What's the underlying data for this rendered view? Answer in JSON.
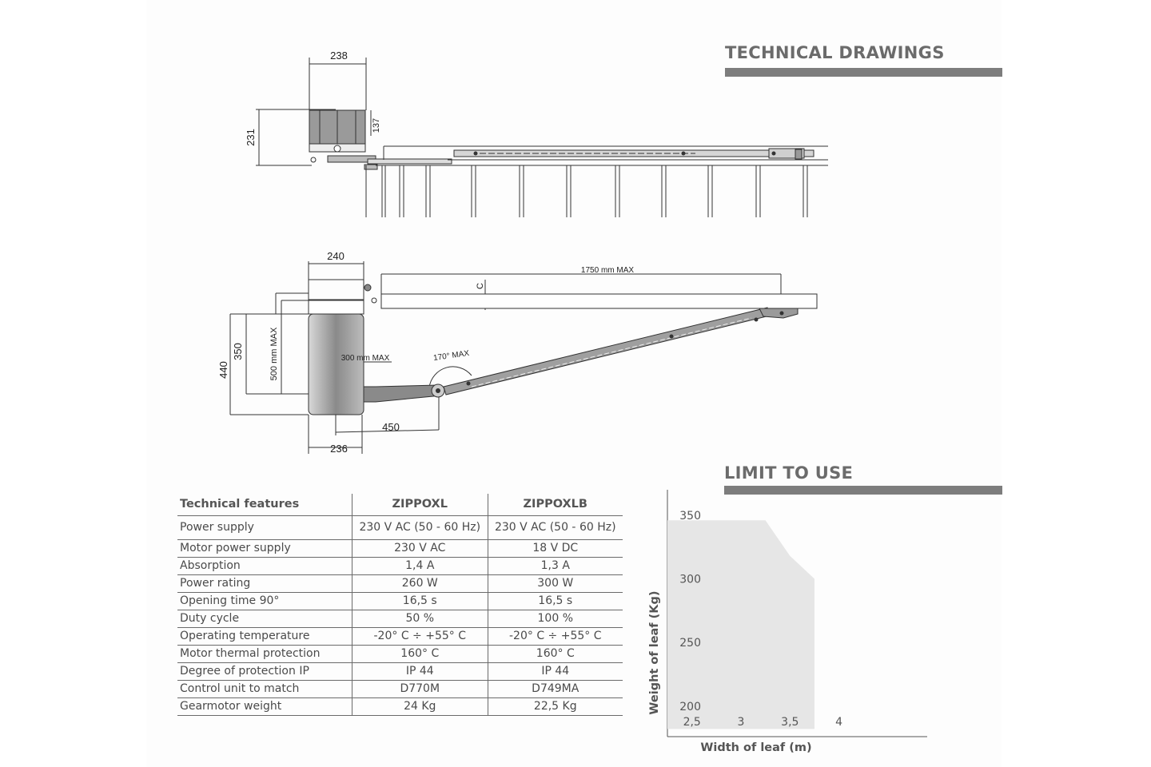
{
  "sections": {
    "drawings_title": "TECHNICAL DRAWINGS",
    "limit_title": "LIMIT TO USE"
  },
  "drawing_top": {
    "dim_width": "238",
    "dim_height": "231",
    "dim_side": "137"
  },
  "drawing_bottom": {
    "dim_width_top": "240",
    "dim_leaf": "1750 mm MAX",
    "dim_c": "C",
    "dim_350": "350",
    "dim_440": "440",
    "dim_500": "500 mm MAX",
    "dim_300": "300 mm MAX",
    "dim_angle": "170° MAX",
    "dim_450": "450",
    "dim_width_bottom": "236"
  },
  "spec_table": {
    "headers": [
      "Technical features",
      "ZIPPOXL",
      "ZIPPOXLB"
    ],
    "rows": [
      [
        "Power supply",
        "230 V AC (50 - 60 Hz)",
        "230 V AC (50 - 60 Hz)"
      ],
      [
        "Motor power supply",
        "230 V AC",
        "18 V DC"
      ],
      [
        "Absorption",
        "1,4 A",
        "1,3 A"
      ],
      [
        "Power rating",
        "260 W",
        "300 W"
      ],
      [
        "Opening time 90°",
        "16,5 s",
        "16,5 s"
      ],
      [
        "Duty cycle",
        "50 %",
        "100 %"
      ],
      [
        "Operating temperature",
        "-20° C ÷ +55° C",
        "-20° C ÷ +55° C"
      ],
      [
        "Motor thermal protection",
        "160° C",
        "160° C"
      ],
      [
        "Degree of protection IP",
        "IP 44",
        "IP 44"
      ],
      [
        "Control unit to match",
        "D770M",
        "D749MA"
      ],
      [
        "Gearmotor weight",
        "24 Kg",
        "22,5 Kg"
      ]
    ]
  },
  "chart_data": {
    "type": "area",
    "xlabel": "Width of leaf (m)",
    "ylabel": "Weight of leaf (Kg)",
    "x_ticks": [
      "2,5",
      "3",
      "3,5",
      "4"
    ],
    "y_ticks": [
      "350",
      "300",
      "250",
      "200"
    ],
    "x_tick_values": [
      2.5,
      3,
      3.5,
      4
    ],
    "y_tick_values": [
      350,
      300,
      250,
      200
    ],
    "xlim": [
      2.25,
      4.9
    ],
    "ylim": [
      176,
      370
    ],
    "region": [
      {
        "x": 2.25,
        "y": 182
      },
      {
        "x": 2.25,
        "y": 346
      },
      {
        "x": 3.25,
        "y": 346
      },
      {
        "x": 3.5,
        "y": 318
      },
      {
        "x": 3.75,
        "y": 300
      },
      {
        "x": 3.75,
        "y": 182
      }
    ],
    "fill_color": "#e6e6e6",
    "grid": false
  }
}
